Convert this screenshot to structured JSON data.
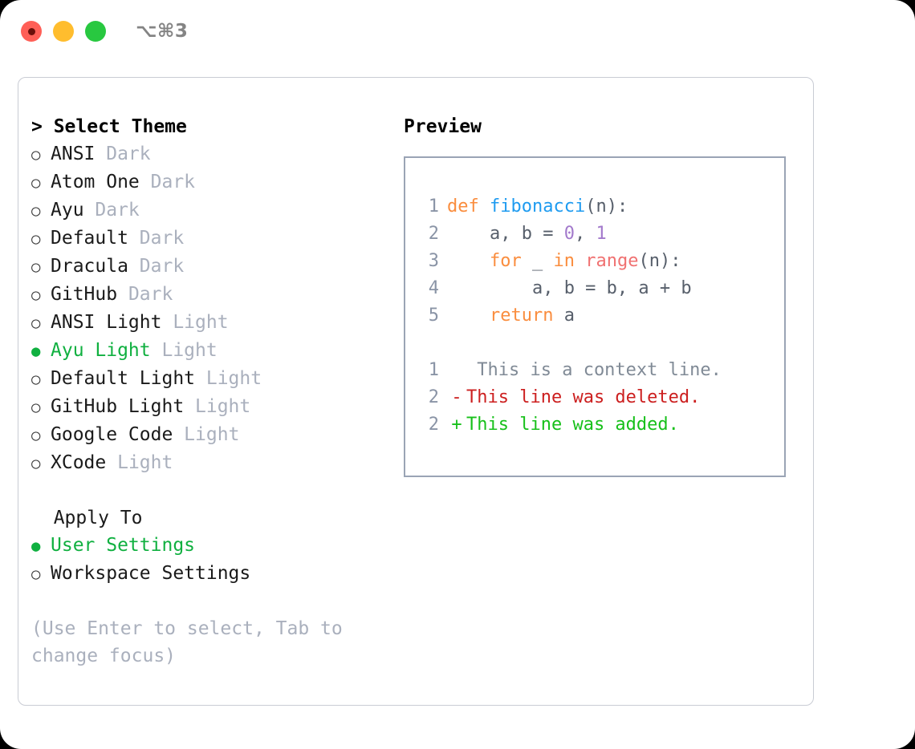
{
  "window": {
    "shortcut": "⌥⌘3",
    "traffic_lights": [
      {
        "name": "close",
        "color": "#ff5f57"
      },
      {
        "name": "minimize",
        "color": "#ffbd2e"
      },
      {
        "name": "maximize",
        "color": "#28c840"
      }
    ]
  },
  "theme_select": {
    "heading": "> Select Theme",
    "items": [
      {
        "marker": "○",
        "label": "ANSI",
        "suffix": " Dark",
        "selected": false
      },
      {
        "marker": "○",
        "label": "Atom One",
        "suffix": " Dark",
        "selected": false
      },
      {
        "marker": "○",
        "label": "Ayu",
        "suffix": " Dark",
        "selected": false
      },
      {
        "marker": "○",
        "label": "Default",
        "suffix": " Dark",
        "selected": false
      },
      {
        "marker": "○",
        "label": "Dracula",
        "suffix": " Dark",
        "selected": false
      },
      {
        "marker": "○",
        "label": "GitHub",
        "suffix": " Dark",
        "selected": false
      },
      {
        "marker": "○",
        "label": "ANSI Light",
        "suffix": " Light",
        "selected": false
      },
      {
        "marker": "●",
        "label": "Ayu Light",
        "suffix": " Light",
        "selected": true
      },
      {
        "marker": "○",
        "label": "Default Light",
        "suffix": " Light",
        "selected": false
      },
      {
        "marker": "○",
        "label": "GitHub Light",
        "suffix": " Light",
        "selected": false
      },
      {
        "marker": "○",
        "label": "Google Code",
        "suffix": " Light",
        "selected": false
      },
      {
        "marker": "○",
        "label": "XCode",
        "suffix": " Light",
        "selected": false
      }
    ]
  },
  "apply_to": {
    "heading": "  Apply To",
    "items": [
      {
        "marker": "●",
        "label": "User Settings",
        "selected": true
      },
      {
        "marker": "○",
        "label": "Workspace Settings",
        "selected": false
      }
    ]
  },
  "hint": "(Use Enter to select, Tab to change focus)",
  "preview": {
    "title": "Preview",
    "code_lines": [
      {
        "lineno": "1",
        "tokens": [
          {
            "text": "def ",
            "type": "kw"
          },
          {
            "text": "fibonacci",
            "type": "fn"
          },
          {
            "text": "(n):",
            "type": "punct"
          }
        ]
      },
      {
        "lineno": "2",
        "tokens": [
          {
            "text": "    a, b = ",
            "type": "plain"
          },
          {
            "text": "0",
            "type": "num"
          },
          {
            "text": ", ",
            "type": "plain"
          },
          {
            "text": "1",
            "type": "num"
          }
        ]
      },
      {
        "lineno": "3",
        "tokens": [
          {
            "text": "    for ",
            "type": "kw"
          },
          {
            "text": "_ ",
            "type": "plain"
          },
          {
            "text": "in ",
            "type": "kw"
          },
          {
            "text": "range",
            "type": "builtin"
          },
          {
            "text": "(n):",
            "type": "punct"
          }
        ]
      },
      {
        "lineno": "4",
        "tokens": [
          {
            "text": "        a, b = b, a + b",
            "type": "plain"
          }
        ]
      },
      {
        "lineno": "5",
        "tokens": [
          {
            "text": "    return ",
            "type": "kw"
          },
          {
            "text": "a",
            "type": "plain"
          }
        ]
      }
    ],
    "diff_lines": [
      {
        "lineno": "1",
        "sign": " ",
        "text": " This is a context line.",
        "kind": "context"
      },
      {
        "lineno": "2",
        "sign": "-",
        "text": "This line was deleted.",
        "kind": "del"
      },
      {
        "lineno": "2",
        "sign": "+",
        "text": "This line was added.",
        "kind": "add"
      }
    ]
  },
  "colors": {
    "accent_selected": "#10b040",
    "muted": "#aab0bd",
    "keyword": "#fa8d3e",
    "function": "#1e9bf0",
    "number": "#a37acc",
    "builtin": "#f07171",
    "diff_delete": "#cc1f1f",
    "diff_add": "#17c01a",
    "border": "#9aa4b5"
  }
}
